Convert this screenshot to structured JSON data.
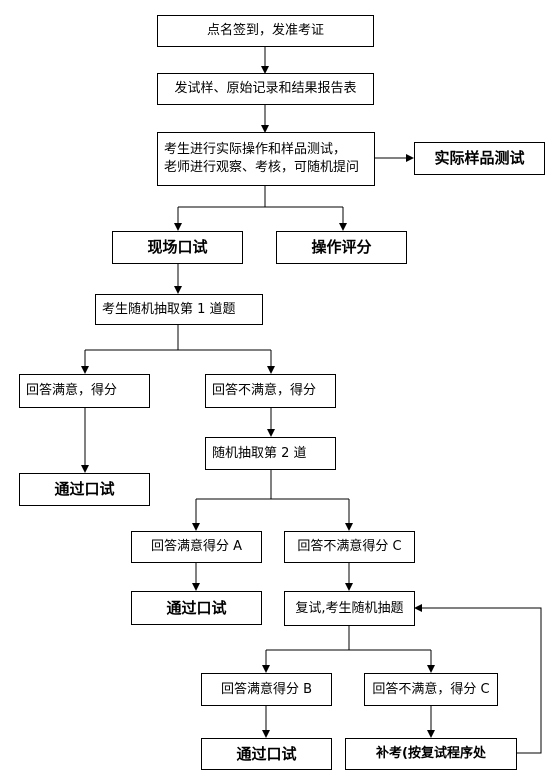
{
  "flow": {
    "step1": "点名签到，发准考证",
    "step2": "发试样、原始记录和结果报告表",
    "step3_line1": "考生进行实际操作和样品测试，",
    "step3_line2": "老师进行观察、考核，可随机提问",
    "actual_test": "实际样品测试",
    "oral_exam": "现场口试",
    "operation_score": "操作评分",
    "q1_draw": "考生随机抽取第 1 道题",
    "q1_ok": "回答满意，得分",
    "q1_fail": "回答不满意，得分",
    "pass1": "通过口试",
    "q2_draw": "随机抽取第 2 道",
    "q2_ok": "回答满意得分 A",
    "q2_fail": "回答不满意得分 C",
    "pass2": "通过口试",
    "retest": "复试,考生随机抽题",
    "q3_ok": "回答满意得分 B",
    "q3_fail": "回答不满意，得分 C",
    "pass3": "通过口试",
    "makeup": "补考(按复试程序处"
  }
}
